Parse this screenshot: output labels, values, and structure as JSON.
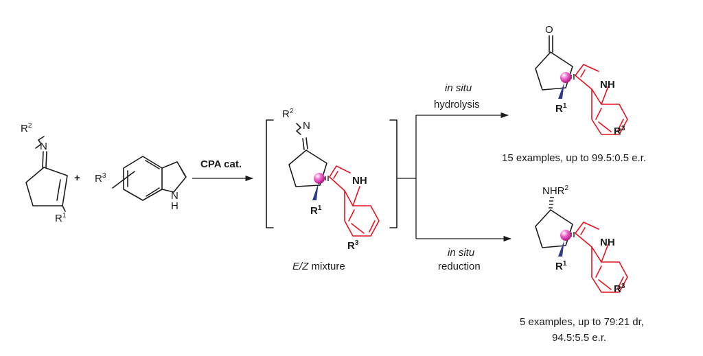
{
  "colors": {
    "red": "#e8101c",
    "blue": "#2b3a8c",
    "black": "#1a1a1a",
    "sphere": "#e23bb0"
  },
  "reactant1": {
    "r2": "R",
    "r2_sup": "2",
    "n": "N",
    "r1": "R",
    "r1_sup": "1"
  },
  "plus": "+",
  "reactant2": {
    "r3": "R",
    "r3_sup": "3",
    "nh": "N",
    "h": "H"
  },
  "catalyst": "CPA cat.",
  "intermediate": {
    "r2": "R",
    "r2_sup": "2",
    "n": "N",
    "nh": "NH",
    "r1": "R",
    "r1_sup": "1",
    "r3": "R",
    "r3_sup": "3",
    "caption_italic": "E/Z",
    "caption_rest": " mixture"
  },
  "path_top": {
    "line1": "in situ",
    "line2": "hydrolysis"
  },
  "path_bottom": {
    "line1": "in situ",
    "line2": "reduction"
  },
  "product1": {
    "o": "O",
    "nh": "NH",
    "r1": "R",
    "r1_sup": "1",
    "r3": "R",
    "r3_sup": "3",
    "caption": "15 examples, up to 99.5:0.5 e.r."
  },
  "product2": {
    "nhr": "NHR",
    "nhr_sup": "2",
    "nh": "NH",
    "r1": "R",
    "r1_sup": "1",
    "r3": "R",
    "r3_sup": "3",
    "caption_line1": "5 examples, up to 79:21 dr,",
    "caption_line2": "94.5:5.5 e.r."
  }
}
